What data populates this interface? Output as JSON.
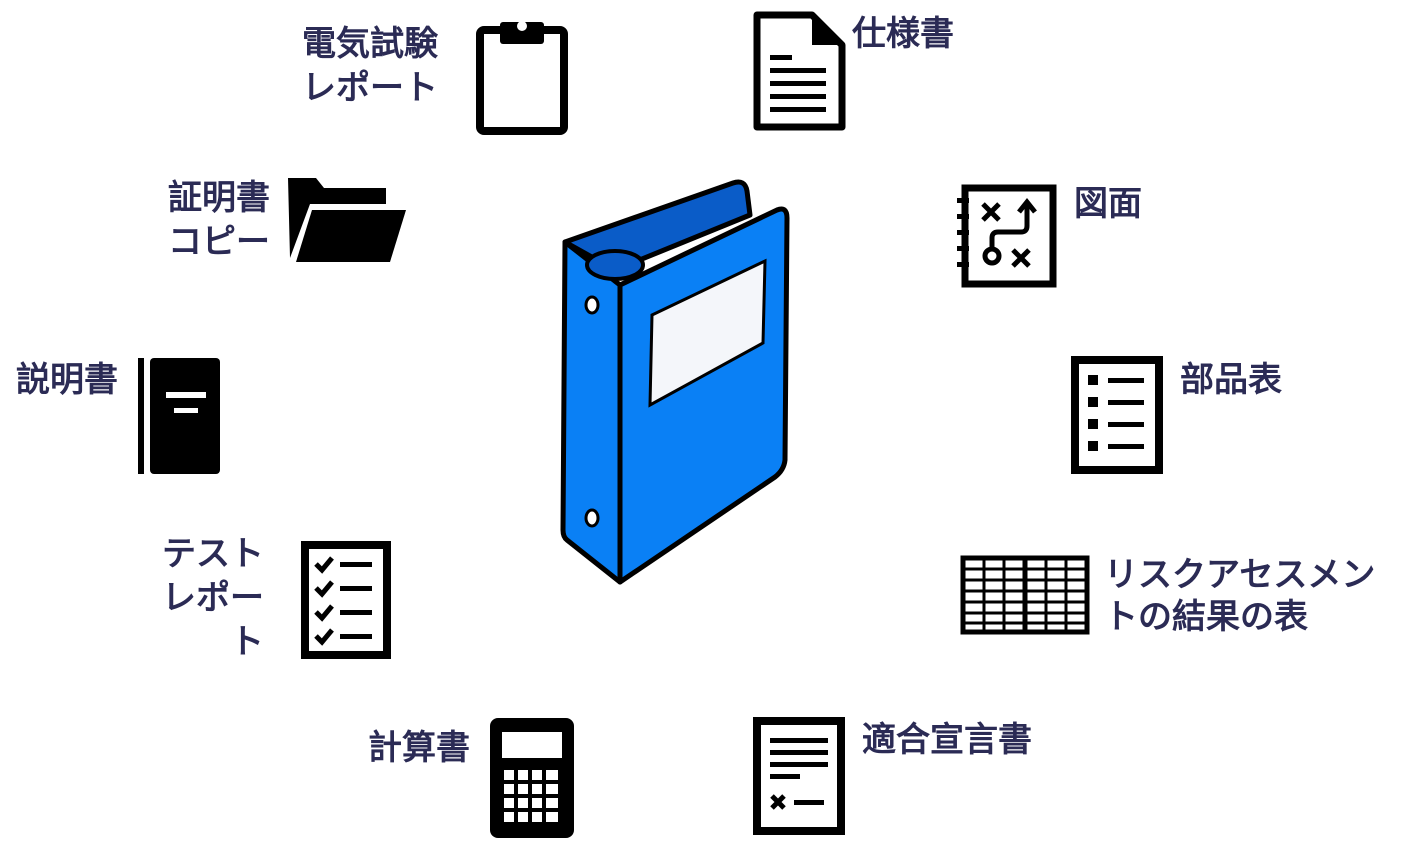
{
  "items": {
    "electrical_test_report": {
      "line1": "電気試験",
      "line2": "レポート"
    },
    "specification": {
      "line1": "仕様書"
    },
    "certificate_copy": {
      "line1": "証明書",
      "line2": "コピー"
    },
    "drawing": {
      "line1": "図面"
    },
    "manual": {
      "line1": "説明書"
    },
    "parts_list": {
      "line1": "部品表"
    },
    "test_report": {
      "line1": "テスト",
      "line2": "レポー",
      "line3": "ト"
    },
    "risk_assessment": {
      "line1": "リスクアセスメン",
      "line2": "トの結果の表"
    },
    "calculation": {
      "line1": "計算書"
    },
    "declaration_of_conformity": {
      "line1": "適合宣言書"
    }
  },
  "colors": {
    "label": "#2b2b55",
    "binder_front": "#0a80f5",
    "binder_inner": "#0a5cc8",
    "icon": "#000000"
  }
}
